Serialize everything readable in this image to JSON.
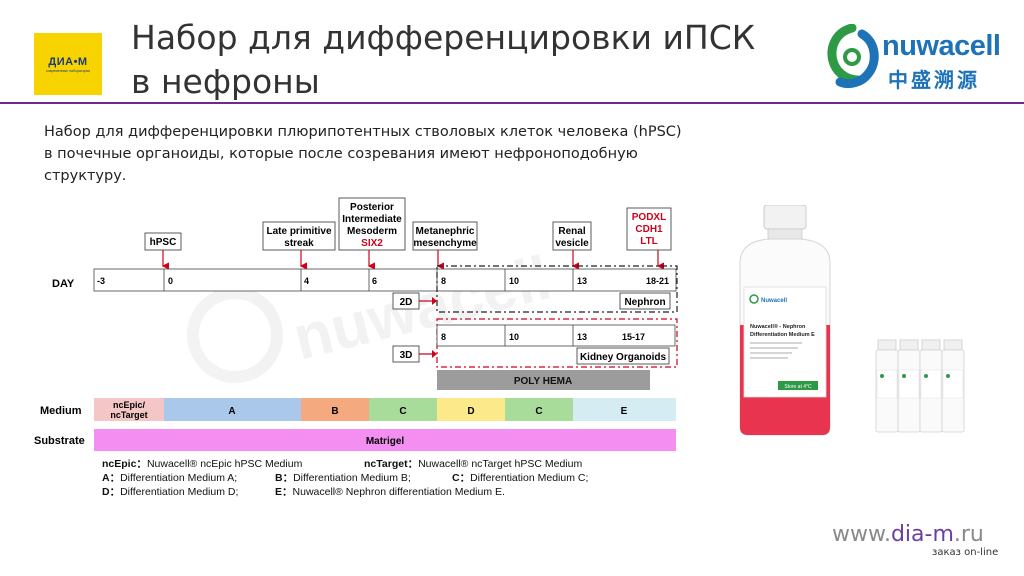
{
  "header": {
    "logo_left_brand": "ДИА•М",
    "logo_left_tag": "современные лаборатории",
    "title_line1": "Набор для дифференцировки иПСК",
    "title_line2": "в нефроны",
    "logo_right_word": "nuwacell",
    "logo_right_cn": "中盛溯源"
  },
  "description": {
    "line1": "Набор для дифференцировки плюрипотентных стволовых клеток человека (hPSC)",
    "line2": "в почечные органоиды, которые после созревания имеют нефроноподобную",
    "line3": "структуру."
  },
  "diagram": {
    "stages": {
      "hpsc": "hPSC",
      "late_primitive_1": "Late primitive",
      "late_primitive_2": "streak",
      "posterior_1": "Posterior",
      "posterior_2": "Intermediate",
      "posterior_3": "Mesoderm",
      "posterior_marker": "SIX2",
      "metanephric_1": "Metanephric",
      "metanephric_2": "mesenchyme",
      "renal_1": "Renal",
      "renal_2": "vesicle",
      "markers_1": "PODXL",
      "markers_2": "CDH1",
      "markers_3": "LTL"
    },
    "day_label": "DAY",
    "days": {
      "d_m3": "-3",
      "d0": "0",
      "d4": "4",
      "d6": "6",
      "d8": "8",
      "d10": "10",
      "d13": "13",
      "d18_21": "18-21"
    },
    "days_3d": {
      "d8": "8",
      "d10": "10",
      "d13": "13",
      "d15_17": "15-17"
    },
    "label_2d": "2D",
    "label_3d": "3D",
    "nephron": "Nephron",
    "kidney_organoids": "Kidney Organoids",
    "poly_hema": "POLY HEMA",
    "medium_label": "Medium",
    "media": {
      "nc_1": "ncEpic/",
      "nc_2": "ncTarget",
      "a": "A",
      "b": "B",
      "c1": "C",
      "d": "D",
      "c2": "C",
      "e": "E"
    },
    "substrate_label": "Substrate",
    "matrigel": "Matrigel",
    "colors": {
      "nc": "#f4c6c6",
      "a": "#a9c8ea",
      "b": "#f5a97f",
      "c": "#a7dc9a",
      "d": "#fbe98a",
      "e": "#d6ecf3",
      "matrigel": "#f48ef0",
      "poly_hema": "#9c9c9c",
      "marker_red": "#d0021b"
    }
  },
  "legend": {
    "nc_epic_key": "ncEpic：",
    "nc_epic_val": "Nuwacell® ncEpic  hPSC Medium",
    "nc_target_key": "ncTarget：",
    "nc_target_val": "Nuwacell® ncTarget  hPSC Medium",
    "a_key": "A：",
    "a_val": "Differentiation Medium A;",
    "b_key": "B：",
    "b_val": "Differentiation Medium B;",
    "c_key": "C：",
    "c_val": "Differentiation Medium C;",
    "d_key": "D：",
    "d_val": "Differentiation Medium D;",
    "e_key": "E：",
    "e_val": "Nuwacell® Nephron differentiation Medium E."
  },
  "product": {
    "bottle_brand": "Nuwacell",
    "bottle_title_1": "Nuwacell® - Nephron",
    "bottle_title_2": "Differentiation  Medium E",
    "bottle_store": "Store at 4°C"
  },
  "footer": {
    "site_pre": "www.",
    "site_main": "dia-m",
    "site_dot": ".",
    "site_tld": "ru",
    "order": "заказ on-line"
  }
}
